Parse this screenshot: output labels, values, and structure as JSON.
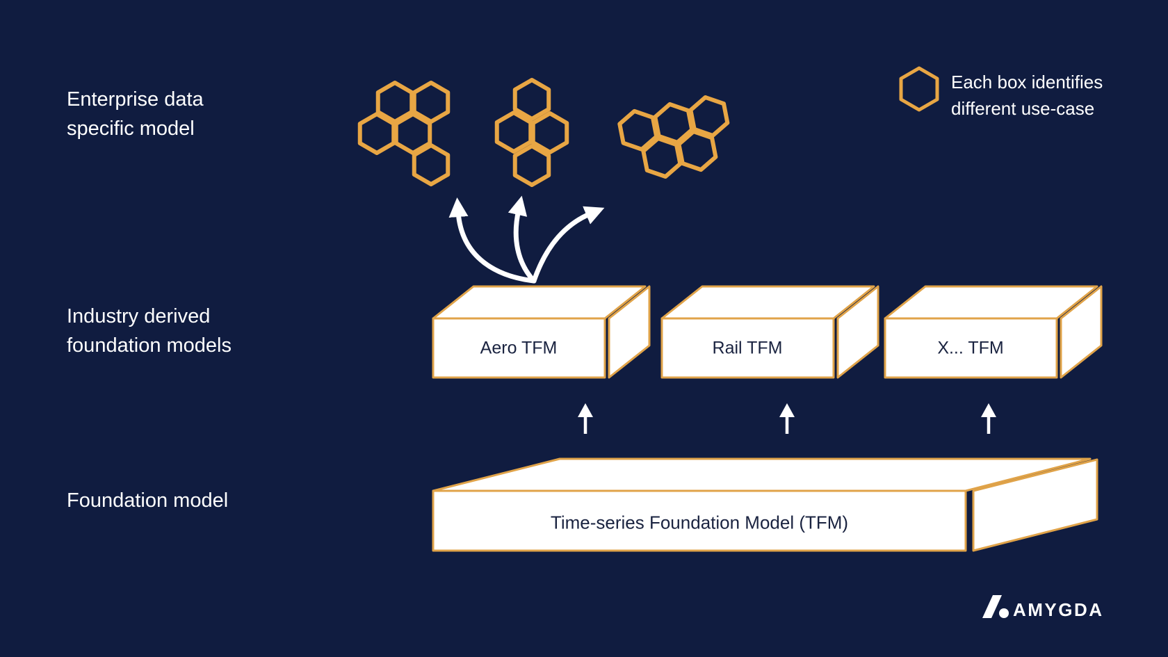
{
  "colors": {
    "background": "#101C40",
    "accent_orange": "#E8A644",
    "box_border": "#E0A349",
    "box_fill": "#FFFFFF",
    "box_text": "#1A2340",
    "text_white": "#FFFFFF"
  },
  "row_labels": {
    "enterprise": [
      "Enterprise data",
      "specific model"
    ],
    "industry": [
      "Industry derived",
      "foundation models"
    ],
    "foundation": [
      "Foundation model"
    ]
  },
  "legend": {
    "icon": "hexagon-icon",
    "lines": [
      "Each box identifies",
      "different use-case"
    ]
  },
  "industry_boxes": [
    {
      "label": "Aero TFM"
    },
    {
      "label": "Rail TFM"
    },
    {
      "label": "X... TFM"
    }
  ],
  "foundation_box": {
    "label": "Time-series Foundation Model (TFM)"
  },
  "logo": {
    "text": "AMYGDA",
    "icon": "slash-dot-mark"
  }
}
